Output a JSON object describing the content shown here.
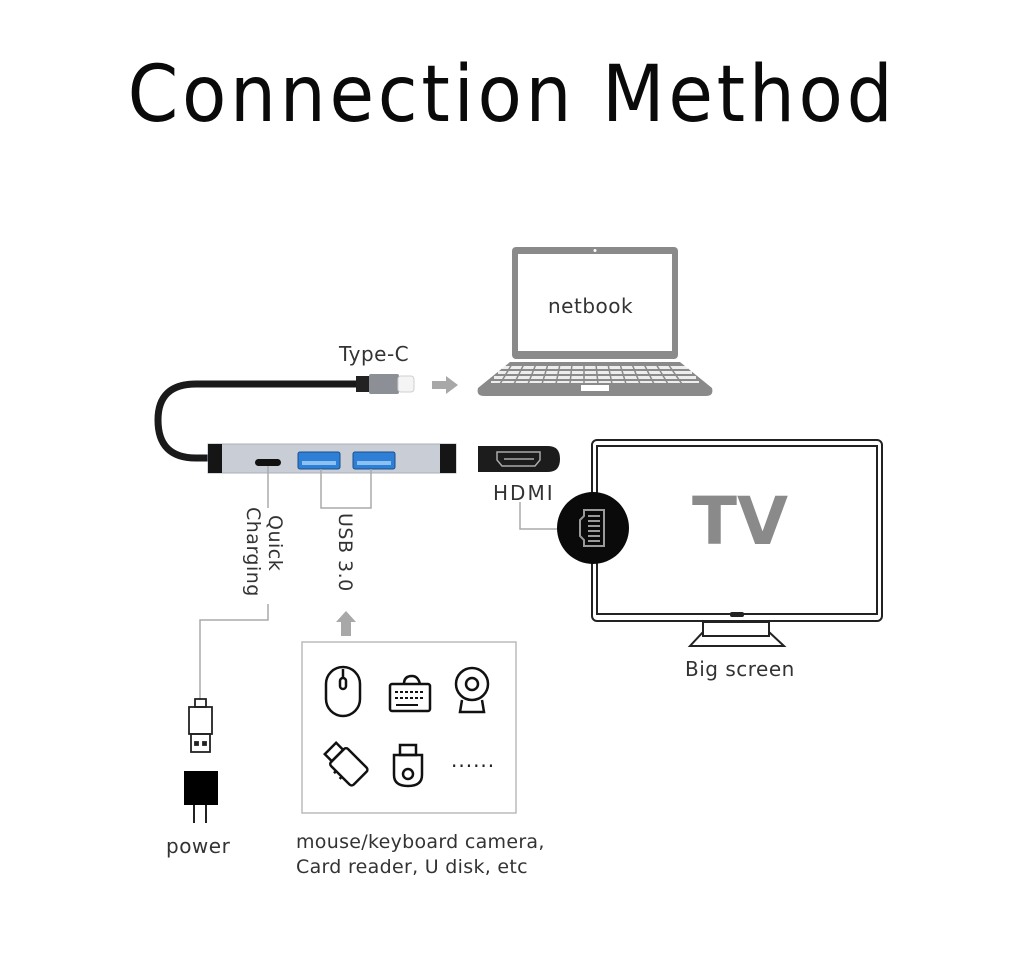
{
  "title": "Connection Method",
  "labels": {
    "type_c": "Type-C",
    "netbook": "netbook",
    "hdmi": "HDMI",
    "tv": "TV",
    "big_screen": "Big screen",
    "quick_charging_line1": "Quick",
    "quick_charging_line2": "Charging",
    "usb": "USB 3.0",
    "power": "power",
    "peripherals_caption_line1": "mouse/keyboard camera,",
    "peripherals_caption_line2": "Card reader, U disk, etc",
    "more_devices": "......"
  },
  "icons": [
    "mouse-icon",
    "keyboard-icon",
    "webcam-icon",
    "usb-flash-drive-icon",
    "u-disk-icon"
  ],
  "colors": {
    "usb_port_blue": "#2e7fd6",
    "hub_body": "#c9ced6",
    "device_gray": "#8a8a8a",
    "arrow_gray": "#a8a8a8"
  }
}
